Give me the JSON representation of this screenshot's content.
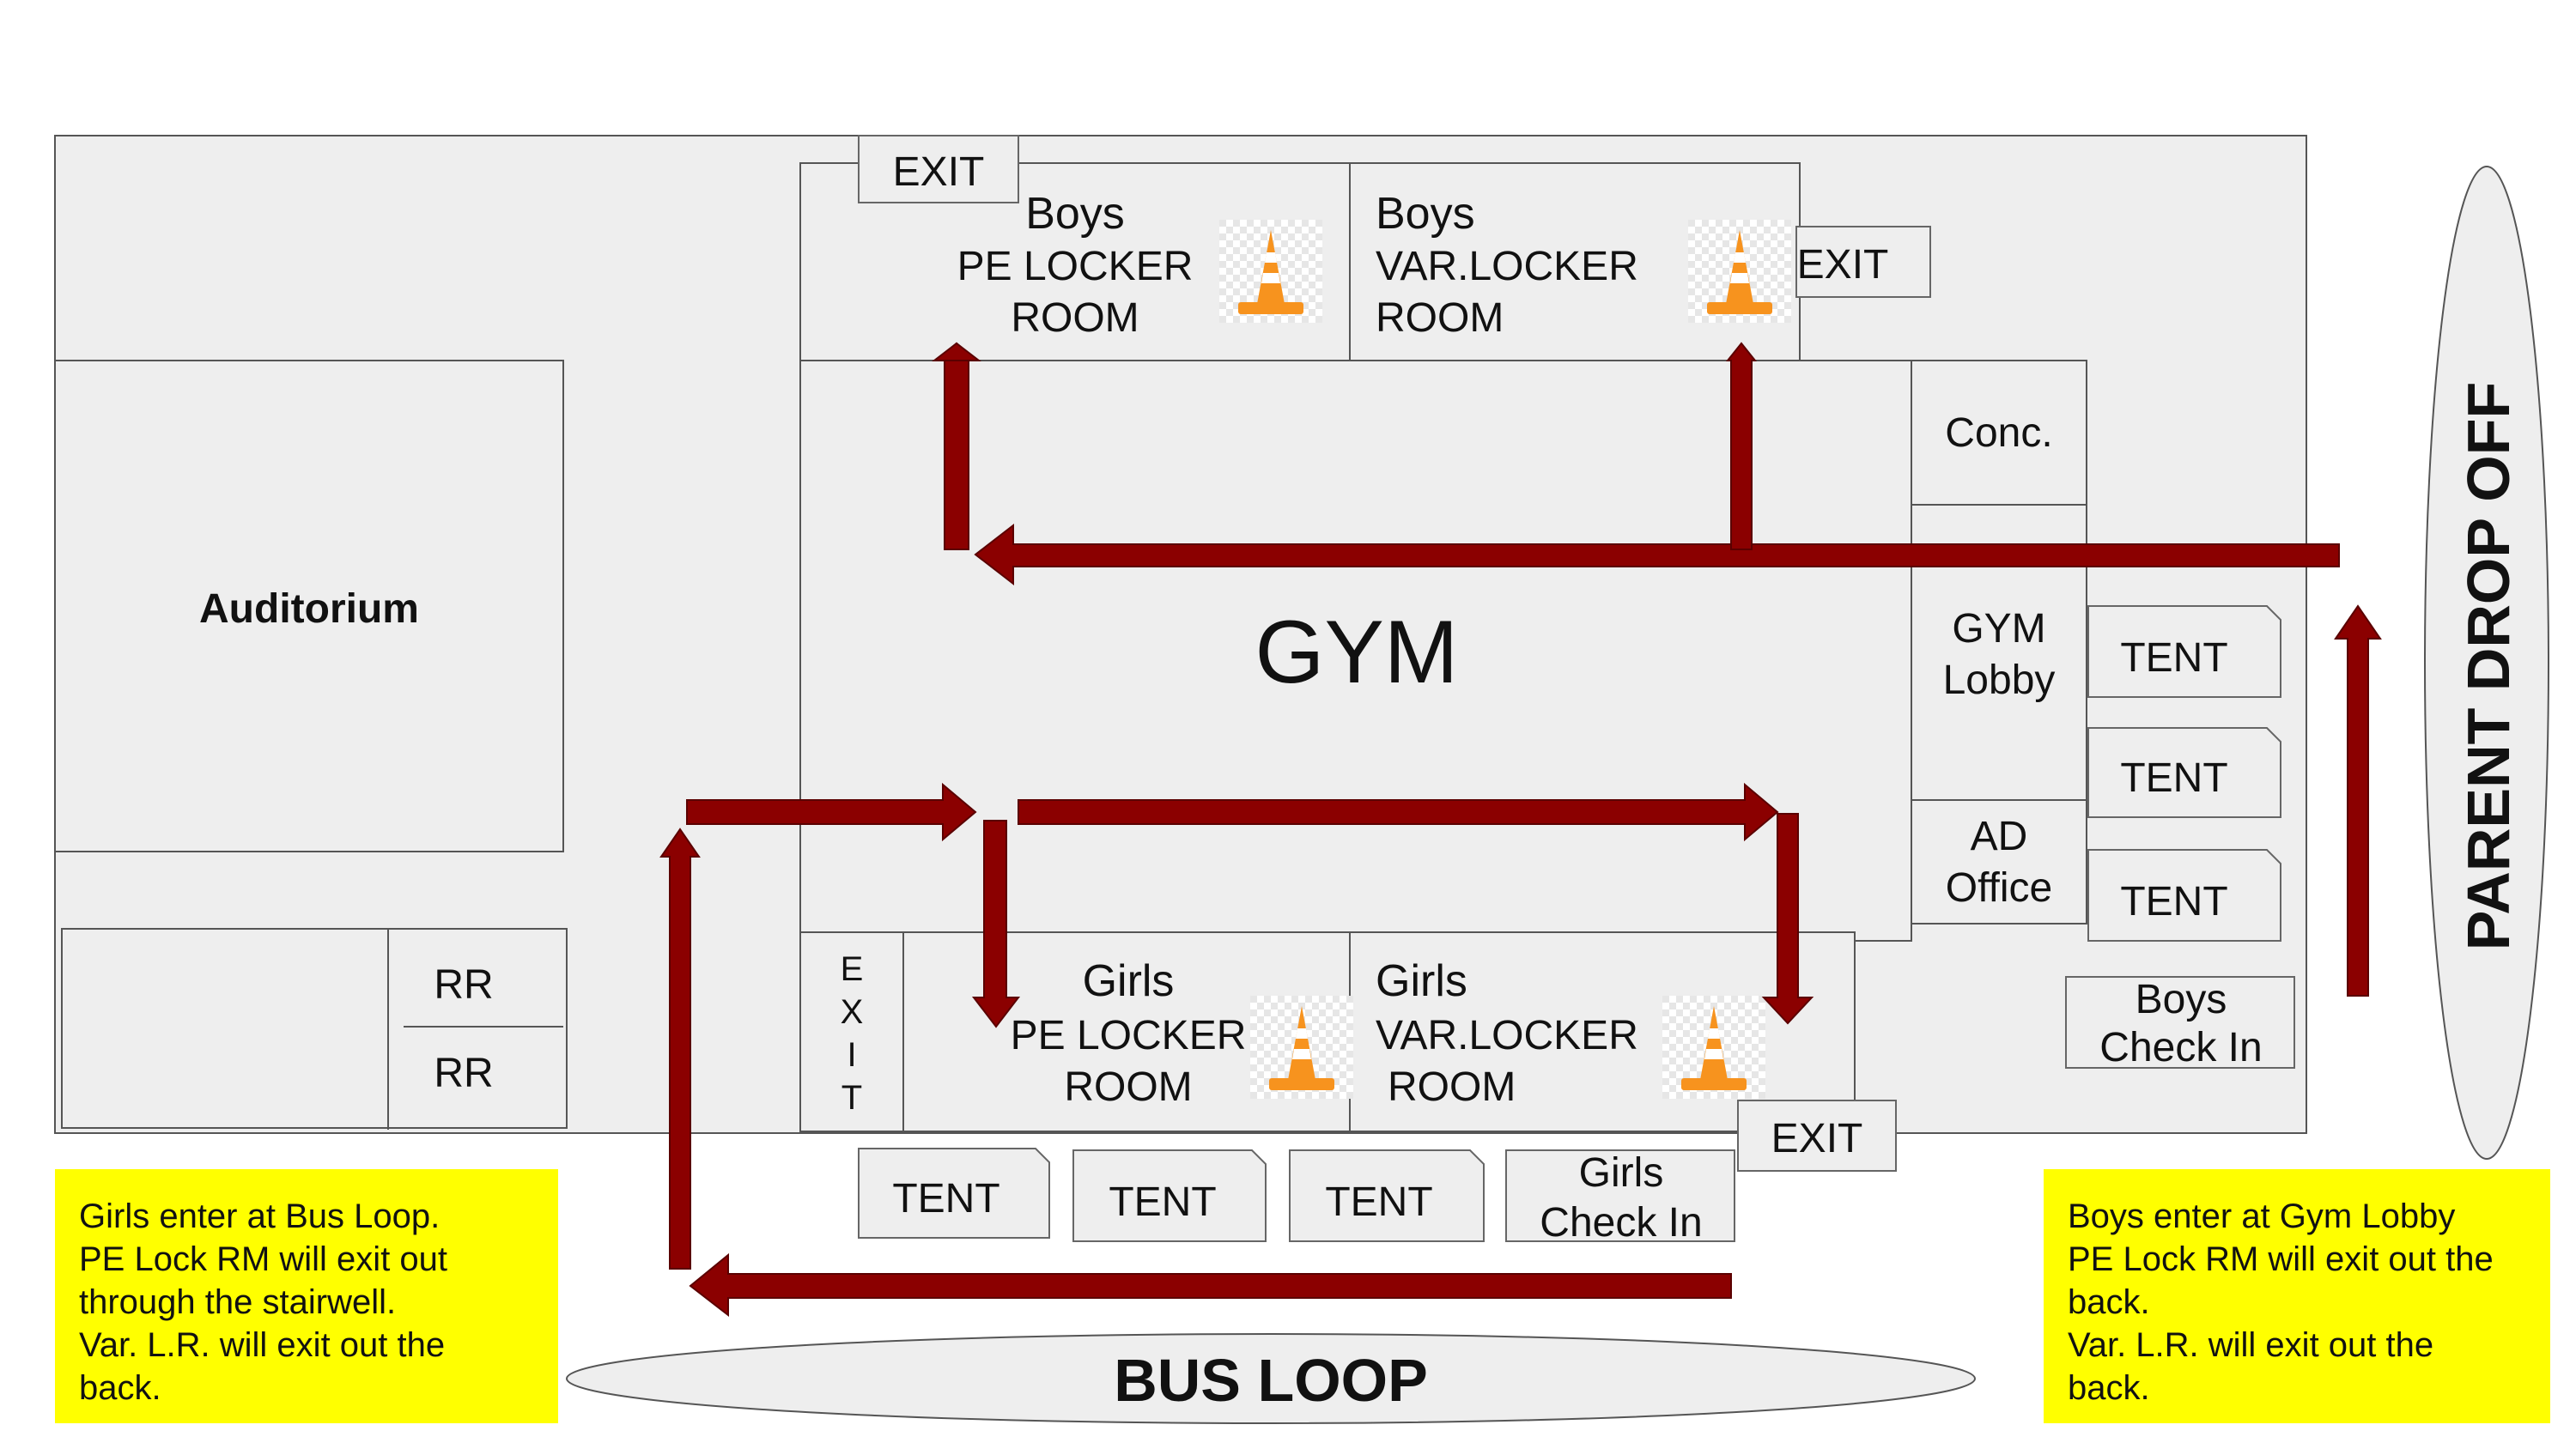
{
  "rooms": {
    "auditorium": "Auditorium",
    "gym": "GYM",
    "rr_top": "RR",
    "rr_bottom": "RR",
    "boys_pe": [
      "Boys",
      "PE LOCKER",
      "ROOM"
    ],
    "boys_var": [
      "Boys",
      "VAR.LOCKER",
      "ROOM"
    ],
    "girls_pe": [
      "Girls",
      "PE LOCKER",
      "ROOM"
    ],
    "girls_var": [
      "Girls",
      "VAR.LOCKER",
      "ROOM"
    ],
    "concessions": "Conc.",
    "gym_lobby": [
      "GYM",
      "Lobby"
    ],
    "ad_office": [
      "AD",
      "Office"
    ]
  },
  "exits": {
    "top_left": "EXIT",
    "top_right": "EXIT",
    "bottom_right": "EXIT",
    "left_vertical": [
      "E",
      "X",
      "I",
      "T"
    ]
  },
  "tents": {
    "right": [
      "TENT",
      "TENT",
      "TENT"
    ],
    "bottom": [
      "TENT",
      "TENT",
      "TENT"
    ]
  },
  "checkins": {
    "boys": [
      "Boys",
      "Check In"
    ],
    "girls": [
      "Girls",
      "Check In"
    ]
  },
  "areas": {
    "parent_drop_off": "PARENT DROP OFF",
    "bus_loop": "BUS LOOP"
  },
  "notes": {
    "girls": [
      "Girls enter at Bus Loop.",
      "PE Lock RM will exit out",
      "through the stairwell.",
      "Var. L.R. will exit out the",
      "back."
    ],
    "boys": [
      "Boys enter at Gym Lobby",
      "PE Lock RM will exit out the",
      "back.",
      "Var. L.R. will exit out the",
      "back."
    ]
  },
  "colors": {
    "arrow": "#8b0000",
    "note_bg": "#ffff00",
    "cone": "#f7931e"
  },
  "icons": [
    "traffic-cone-icon"
  ]
}
